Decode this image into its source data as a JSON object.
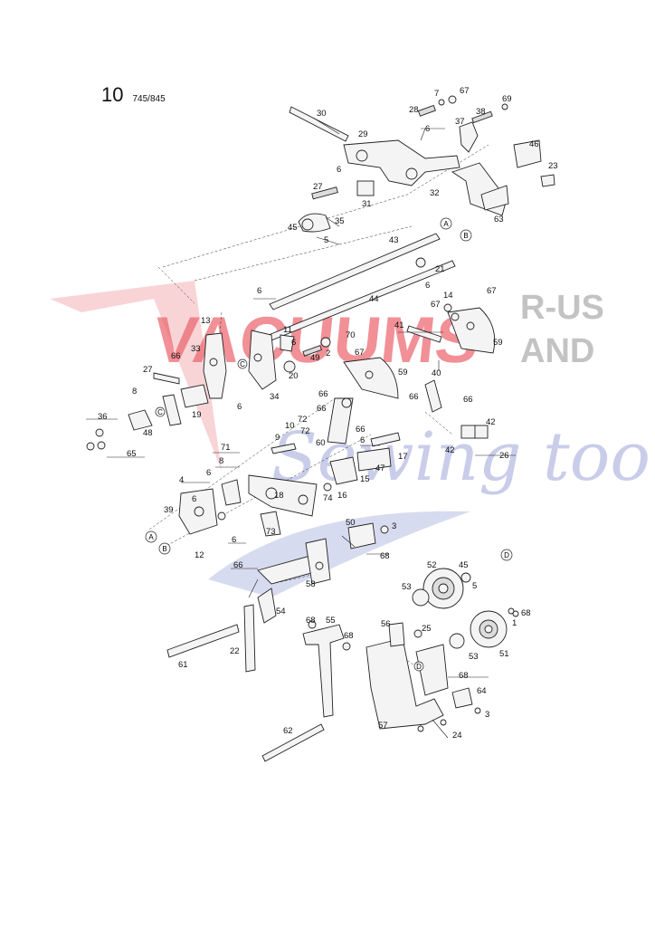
{
  "header": {
    "page_number": "10",
    "model_code": "745/845"
  },
  "watermark": {
    "line1": "VACUUMS",
    "line2": "R-US",
    "line3": "AND",
    "line4": "Sewing too",
    "colors": {
      "red": "#e8505a",
      "pink": "#f4b6bb",
      "grey": "#b9b9b9",
      "blue": "#aab0dc"
    }
  },
  "reference_markers": [
    "A",
    "B",
    "C",
    "D"
  ],
  "callouts": [
    "30",
    "28",
    "7",
    "69",
    "67",
    "38",
    "37",
    "29",
    "6",
    "46",
    "23",
    "27",
    "31",
    "6",
    "32",
    "63",
    "45",
    "35",
    "5",
    "43",
    "21",
    "6",
    "6",
    "44",
    "13",
    "11",
    "6",
    "70",
    "2",
    "41",
    "67",
    "14",
    "67",
    "59",
    "33",
    "66",
    "27",
    "20",
    "49",
    "67",
    "59",
    "40",
    "8",
    "19",
    "6",
    "34",
    "66",
    "66",
    "36",
    "48",
    "66",
    "10",
    "72",
    "66",
    "6",
    "9",
    "60",
    "17",
    "72",
    "65",
    "71",
    "16",
    "47",
    "15",
    "42",
    "26",
    "42",
    "8",
    "18",
    "6",
    "74",
    "4",
    "39",
    "73",
    "12",
    "6",
    "50",
    "3",
    "68",
    "66",
    "58",
    "52",
    "45",
    "5",
    "53",
    "54",
    "68",
    "55",
    "56",
    "25",
    "1",
    "68",
    "22",
    "68",
    "61",
    "53",
    "51",
    "57",
    "64",
    "3",
    "24",
    "62",
    "6",
    "66",
    "68"
  ]
}
